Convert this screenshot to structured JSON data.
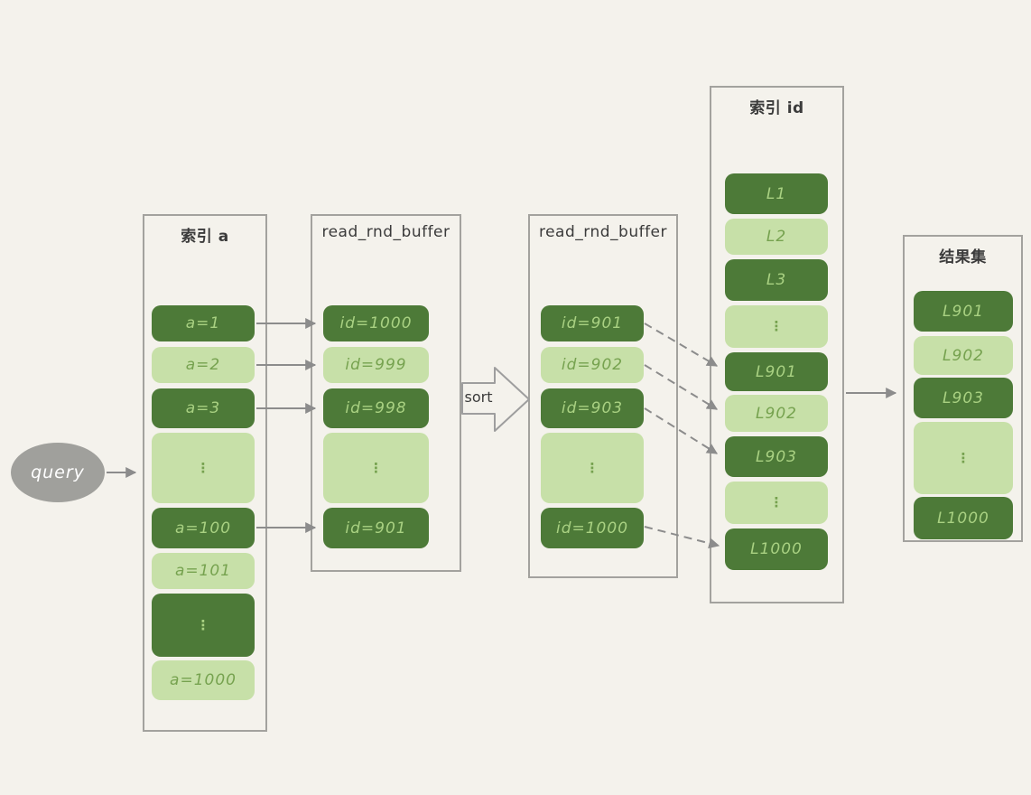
{
  "query": {
    "label": "query"
  },
  "sort": {
    "label": "sort"
  },
  "columns": {
    "index_a": {
      "title": "索引 a",
      "cells": [
        "a=1",
        "a=2",
        "a=3",
        "⋮",
        "a=100",
        "a=101",
        "⋮",
        "a=1000"
      ]
    },
    "buffer1": {
      "title": "read_rnd_buffer",
      "cells": [
        "id=1000",
        "id=999",
        "id=998",
        "⋮",
        "id=901"
      ]
    },
    "buffer2": {
      "title": "read_rnd_buffer",
      "cells": [
        "id=901",
        "id=902",
        "id=903",
        "⋮",
        "id=1000"
      ]
    },
    "index_id": {
      "title": "索引 id",
      "cells": [
        "L1",
        "L2",
        "L3",
        "⋮",
        "L901",
        "L902",
        "L903",
        "⋮",
        "L1000"
      ]
    },
    "result": {
      "title": "结果集",
      "cells": [
        "L901",
        "L902",
        "L903",
        "⋮",
        "L1000"
      ]
    }
  },
  "colors": {
    "background": "#f4f2ec",
    "cell_dark": "#4d7a38",
    "cell_light": "#c7e0a8",
    "text_on_dark": "#a9d182",
    "text_on_light": "#76a24f",
    "panel_border": "#a3a29e",
    "arrow_gray": "#8c8c8c",
    "query_fill": "#a0a09c",
    "label_text": "#3b3b3b"
  }
}
